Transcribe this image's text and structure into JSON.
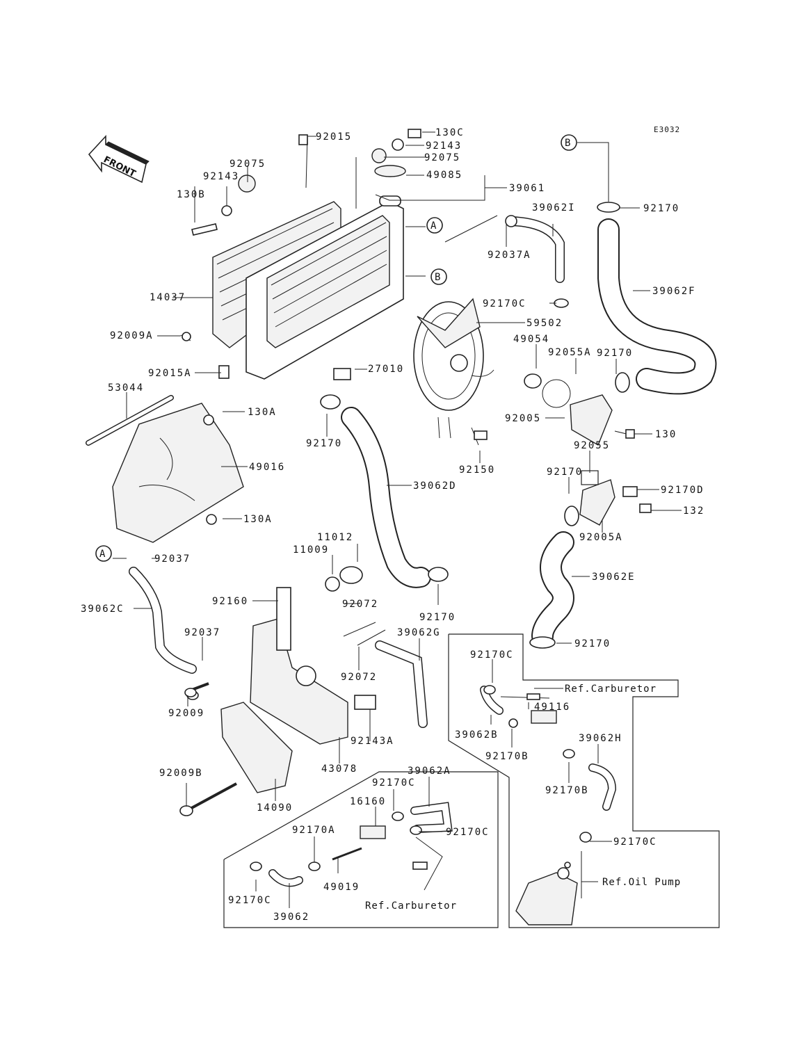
{
  "diagram": {
    "code": "E3032",
    "front_label": "FRONT",
    "callouts": {
      "a": "A",
      "b": "B"
    },
    "labels": {
      "p92015": "92015",
      "p130C": "130C",
      "p92143_top": "92143",
      "p92075_top": "92075",
      "p92075_left": "92075",
      "p92143_left": "92143",
      "p130B": "130B",
      "p49085": "49085",
      "p39061": "39061",
      "p92170_tr": "92170",
      "p39062I": "39062I",
      "p92037A": "92037A",
      "p14037": "14037",
      "p92170C_mid": "92170C",
      "p39062F": "39062F",
      "p59502": "59502",
      "p49054": "49054",
      "p92055A": "92055A",
      "p92170_r": "92170",
      "p92009A": "92009A",
      "p27010": "27010",
      "p92015A": "92015A",
      "p53044": "53044",
      "p130A_top": "130A",
      "p92005": "92005",
      "p130": "130",
      "p92170_mid": "92170",
      "p49016": "49016",
      "p92150": "92150",
      "p92055": "92055",
      "p92170_rm": "92170",
      "p92170D": "92170D",
      "p39062D": "39062D",
      "p132": "132",
      "p130A_bot": "130A",
      "p92005A": "92005A",
      "p11012": "11012",
      "p11009": "11009",
      "p92037_a": "92037",
      "p39062E": "39062E",
      "p92160": "92160",
      "p92072_top": "92072",
      "p92170_lower": "92170",
      "p39062C": "39062C",
      "p39062G": "39062G",
      "p92037_b": "92037",
      "p92170_lowr": "92170",
      "p92170C_r": "92170C",
      "p92072_bot": "92072",
      "p49116": "49116",
      "p92009": "92009",
      "p92143A": "92143A",
      "p39062B": "39062B",
      "p92170B_l": "92170B",
      "p39062H": "39062H",
      "p43078": "43078",
      "p39062A": "39062A",
      "p92009B": "92009B",
      "p92170C_b": "92170C",
      "p16160": "16160",
      "p92170B_r": "92170B",
      "p14090": "14090",
      "p92170C_b2": "92170C",
      "p92170A": "92170A",
      "p92170C_rr": "92170C",
      "p49019": "49019",
      "p92170C_bl": "92170C",
      "p39062": "39062"
    },
    "refs": {
      "carburetor_r": "Ref.Carburetor",
      "carburetor_b": "Ref.Carburetor",
      "oil_pump": "Ref.Oil Pump"
    }
  }
}
